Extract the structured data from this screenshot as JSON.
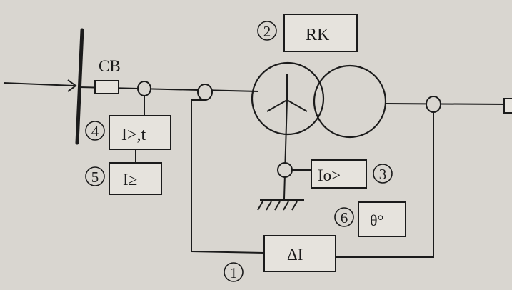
{
  "labels": {
    "cb": "CB",
    "rk": "RK",
    "overcurrent": "I>,t",
    "instantaneous": "I≥",
    "earth_fault": "Io>",
    "temperature": "θ°",
    "differential": "ΔI"
  },
  "markers": {
    "m1": "1",
    "m2": "2",
    "m3": "3",
    "m4": "4",
    "m5": "5",
    "m6": "6"
  },
  "colors": {
    "line": "#1b1b1b",
    "paper": "#d9d6d0",
    "box_fill": "#e6e3dd"
  }
}
